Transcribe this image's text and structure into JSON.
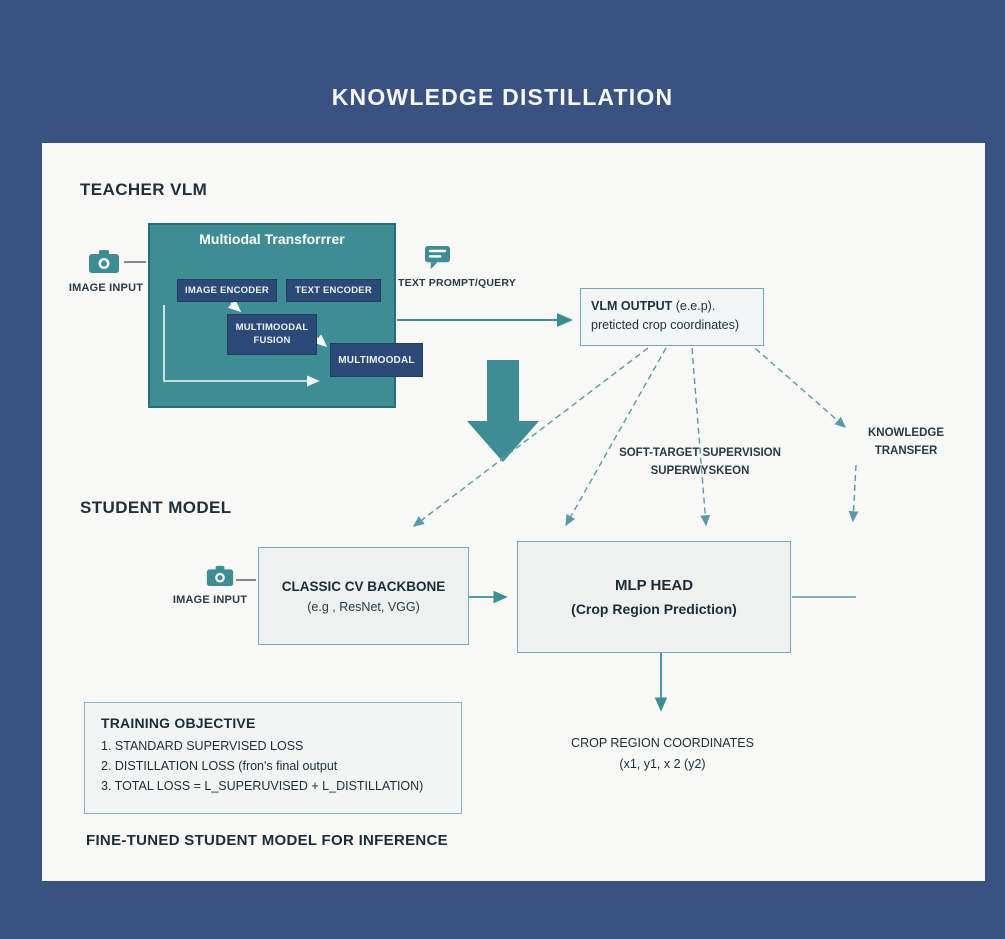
{
  "title": "KNOWLEDGE DISTILLATION",
  "colors": {
    "background": "#3a5282",
    "panel": "#f8f8f6",
    "teal": "#3e8d95",
    "navy_box": "#2c4a78",
    "light_box_border": "#79a9b6",
    "text_dark": "#1d2c36"
  },
  "teacher": {
    "heading": "TEACHER VLM",
    "image_input_label": "IMAGE INPUT",
    "image_input_icon": "camera-icon",
    "transformer_title": "Multiodal Transforrrer",
    "image_encoder": "IMAGE ENCODER",
    "text_encoder": "TEXT ENCODER",
    "fusion_line1": "MULTIMOODAL",
    "fusion_line2": "FUSION",
    "multimodal": "MULTIMOODAL",
    "prompt_icon": "chat-lines-icon",
    "prompt_label": "TEXT PROMPT/QUERY",
    "vlm_output_bold": "VLM OUTPUT",
    "vlm_output_rest": " (e.e.p).",
    "vlm_output_line2": "preticted crop coordinates)"
  },
  "distillation": {
    "soft_target_line1": "SOFT-TARGET SUPERVISION",
    "soft_target_line2": "SUPERWYSKEON",
    "knowledge_line1": "KNOWLEDGE",
    "knowledge_line2": "TRANSFER"
  },
  "student": {
    "heading": "STUDENT MODEL",
    "image_input_label": "IMAGE INPUT",
    "backbone_line1": "CLASSIC CV BACKBONE",
    "backbone_line2": "(e.g , ResNet, VGG)",
    "mlp_line1": "MLP HEAD",
    "mlp_line2": "(Crop Region Prediction)",
    "coords_line1": "CROP REGION COORDINATES",
    "coords_line2": "(x1, y1, x 2 (y2)"
  },
  "training": {
    "heading": "TRAINING OBJECTIVE",
    "items": [
      "1. STANDARD SUPERVISED LOSS",
      "2. DISTILLATION LOSS (fron's final output",
      "3. TOTAL LOSS = L_SUPERUVISED + L_DISTILLATION)"
    ]
  },
  "footer": "FINE-TUNED STUDENT MODEL FOR INFERENCE"
}
